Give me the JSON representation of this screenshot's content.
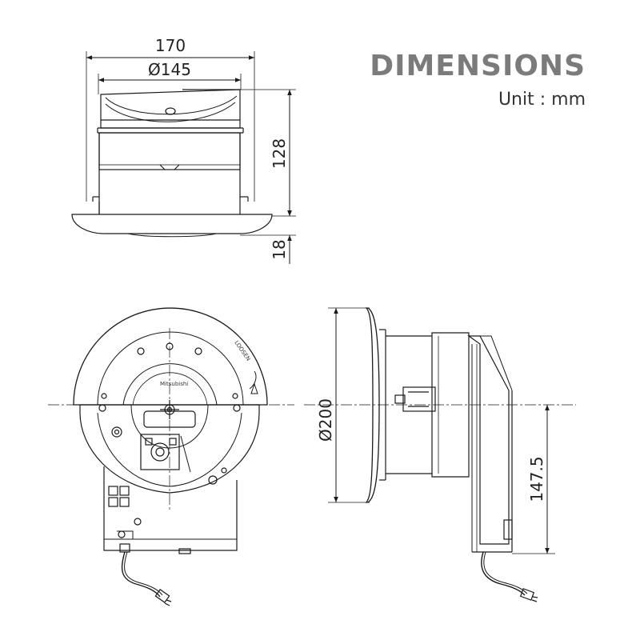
{
  "header": {
    "title": "DIMENSIONS",
    "unit_label": "Unit : mm"
  },
  "dimensions": {
    "overall_width": "170",
    "body_diameter": "Ø145",
    "body_height": "128",
    "flange_thickness": "18",
    "face_diameter": "Ø200",
    "mount_offset": "147.5"
  },
  "product_marks": {
    "loosen": "LOOSEN",
    "brand": "Mitsubishi"
  },
  "colors": {
    "line": "#1a1a1a",
    "heading": "#7b7b7b",
    "fill": "#ffffff"
  }
}
